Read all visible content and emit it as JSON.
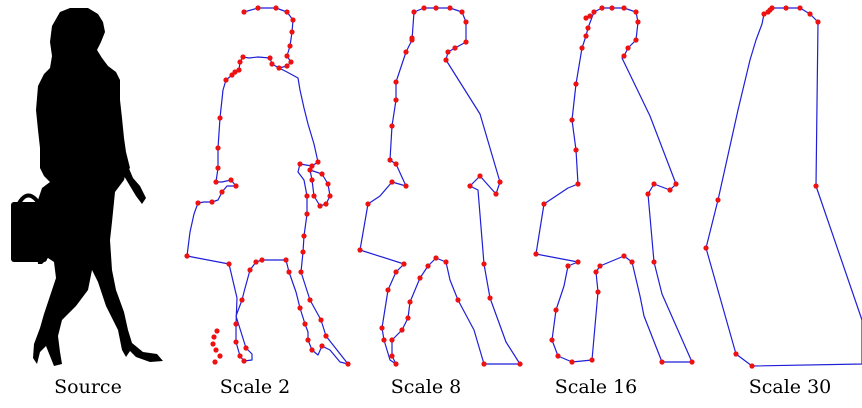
{
  "panels": [
    {
      "caption": "Source"
    },
    {
      "caption": "Scale 2"
    },
    {
      "caption": "Scale 8"
    },
    {
      "caption": "Scale 16"
    },
    {
      "caption": "Scale 30"
    }
  ],
  "colors": {
    "silhouette": "#000000",
    "polygon_line": "#1f1fd6",
    "vertex": "#ee1111",
    "background": "#ffffff"
  }
}
